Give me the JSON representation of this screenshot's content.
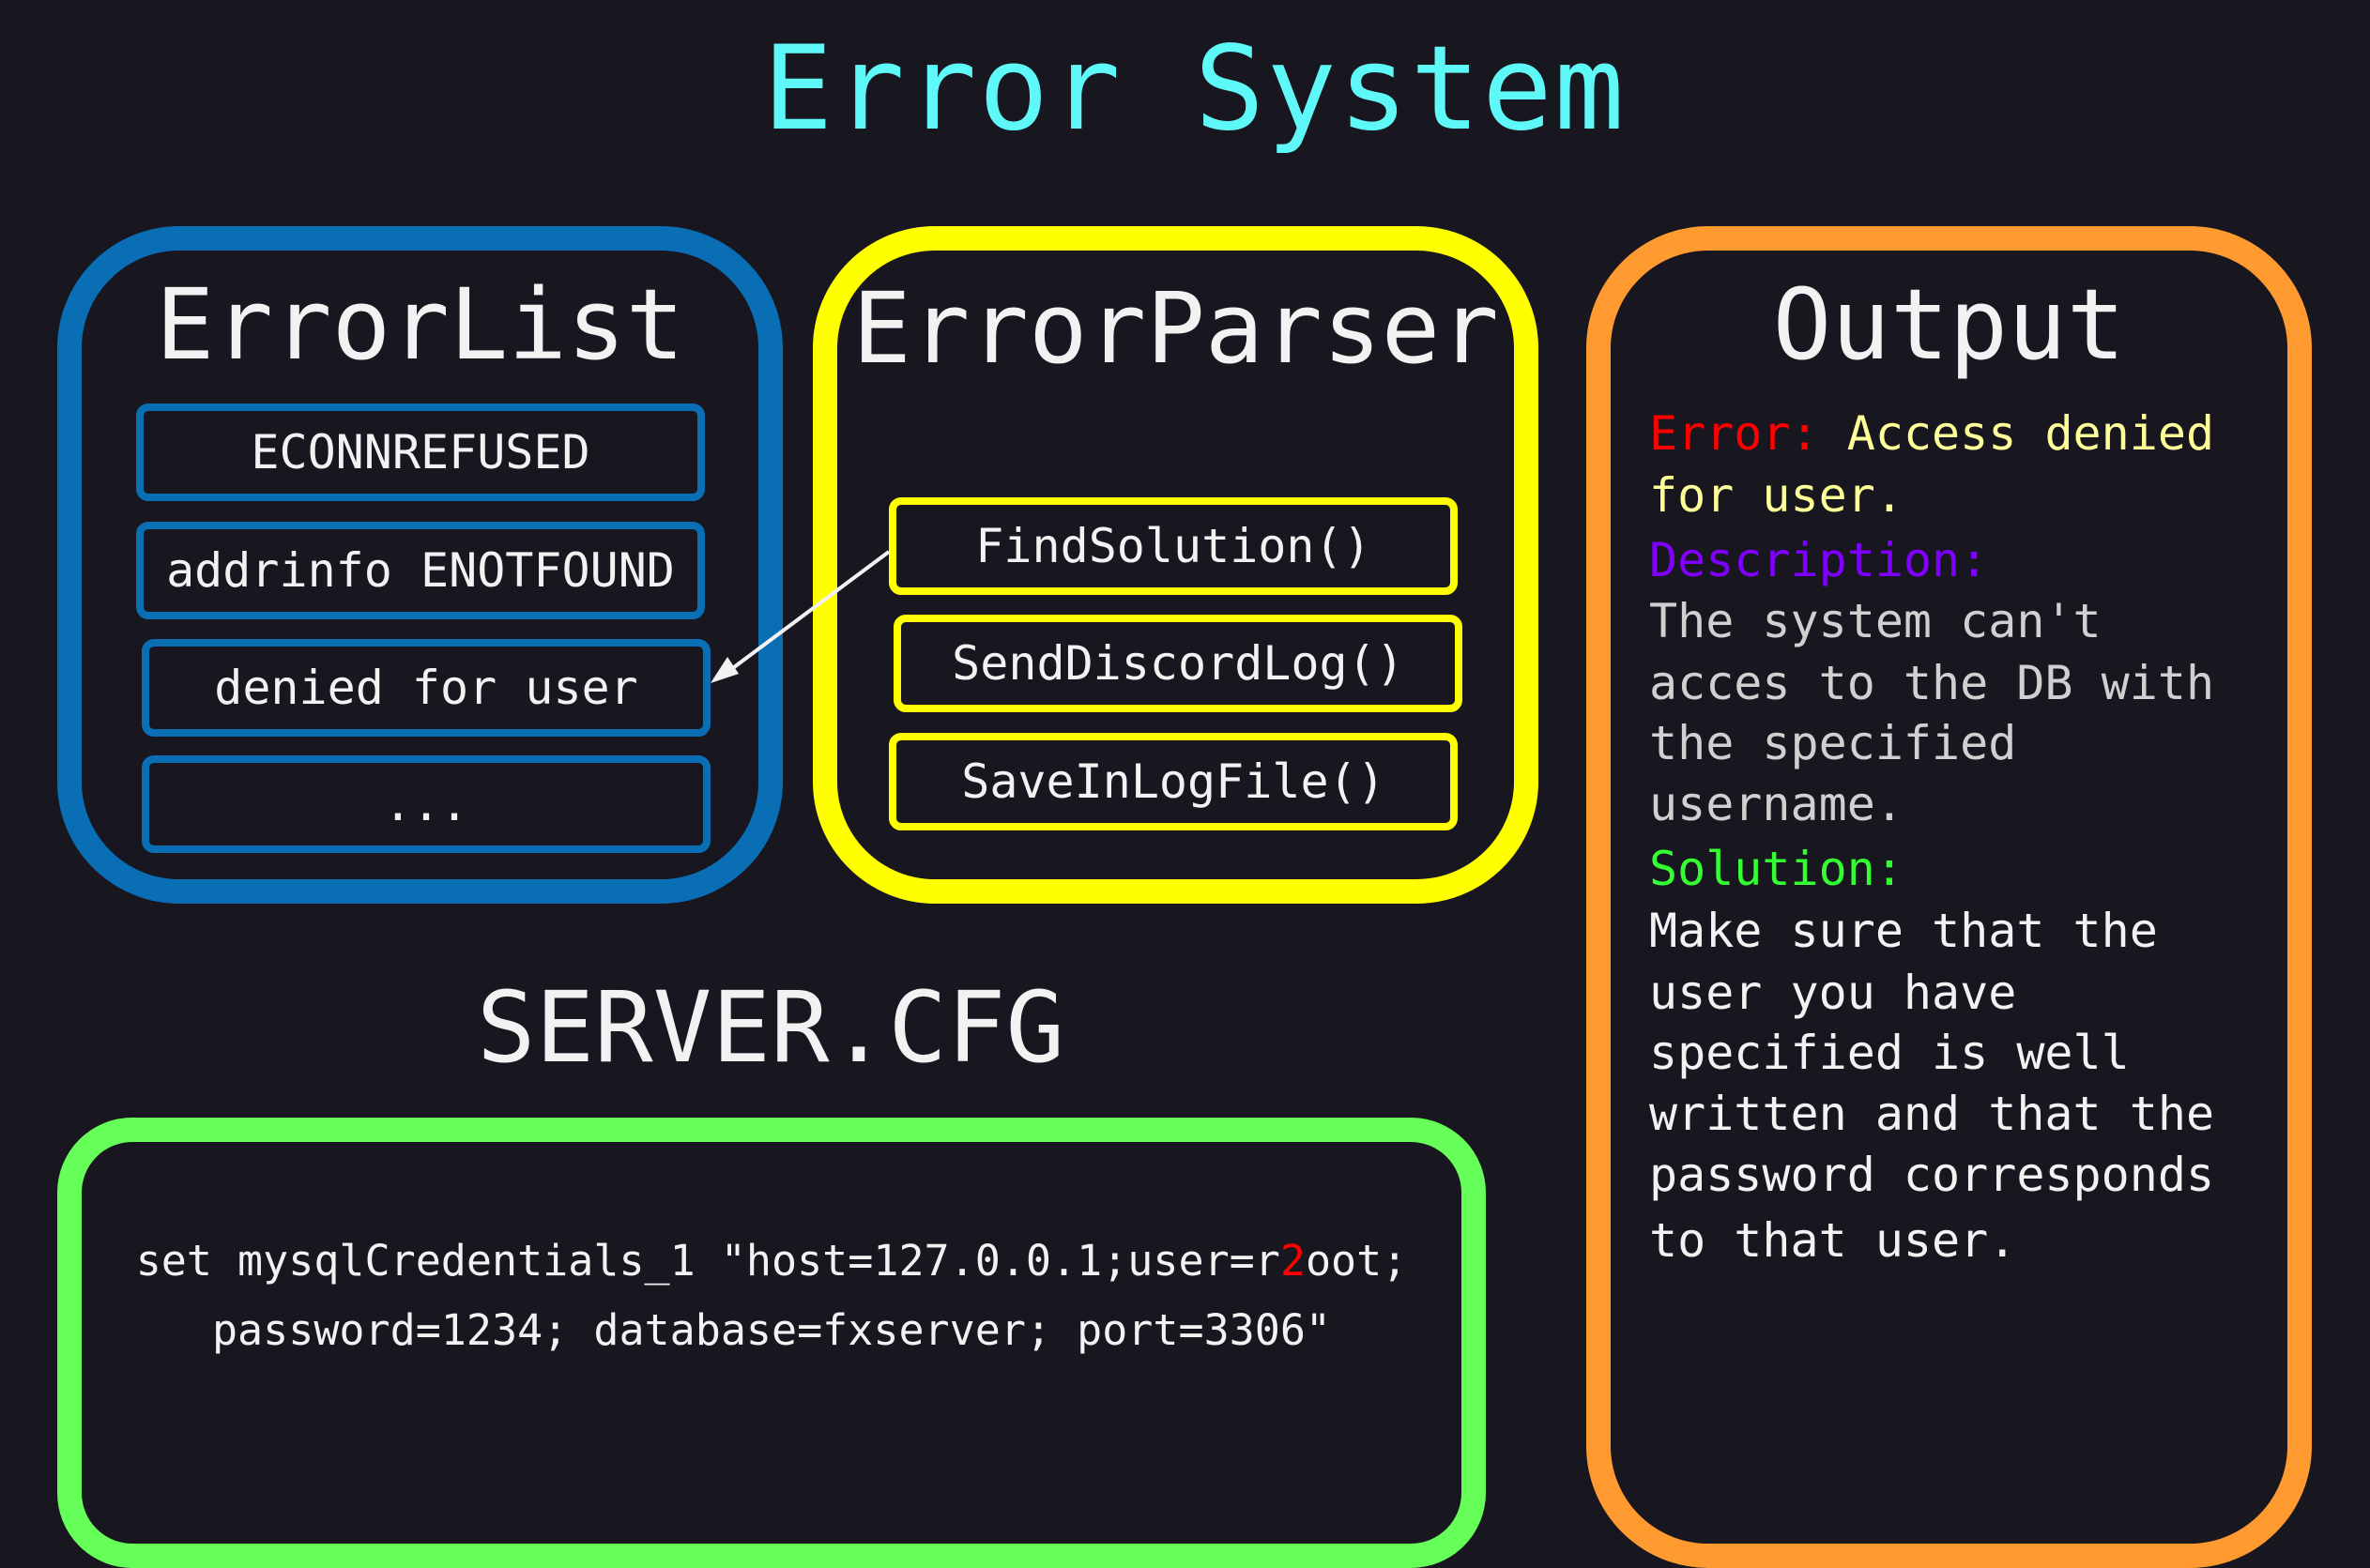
{
  "title": "Error System",
  "colors": {
    "background": "#18161f",
    "title": "#5ff8f8",
    "error_list": "#0a6eb4",
    "error_parser": "#ffff00",
    "output": "#ff9a30",
    "server_cfg": "#66ff5a",
    "error_label": "#ff0000",
    "error_text": "#ffff99",
    "description_label": "#8000ff",
    "description_text": "#d0d0d0",
    "solution_label": "#33ff33"
  },
  "error_list": {
    "title": "ErrorList",
    "items": [
      "ECONNREFUSED",
      "addrinfo ENOTFOUND",
      "denied for user",
      "..."
    ]
  },
  "error_parser": {
    "title": "ErrorParser",
    "methods": [
      "FindSolution()",
      "SendDiscordLog()",
      "SaveInLogFile()"
    ]
  },
  "output": {
    "title": "Output",
    "error_label": "Error:",
    "error_lines": [
      "Access denied",
      "for user."
    ],
    "description_label": "Description:",
    "description_lines": [
      "The system can't",
      "acces to the DB with",
      "the specified",
      "username."
    ],
    "solution_label": "Solution:",
    "solution_lines": [
      "Make sure that the",
      "user you have",
      "specified is well",
      "written and that the",
      "password corresponds",
      "to that user."
    ]
  },
  "server_cfg": {
    "title": "SERVER.CFG",
    "line1_before": "set mysqlCredentials_1 \"host=127.0.0.1;user=r",
    "line1_highlight": "2",
    "line1_after": "oot;",
    "line2": "password=1234; database=fxserver; port=3306\""
  }
}
